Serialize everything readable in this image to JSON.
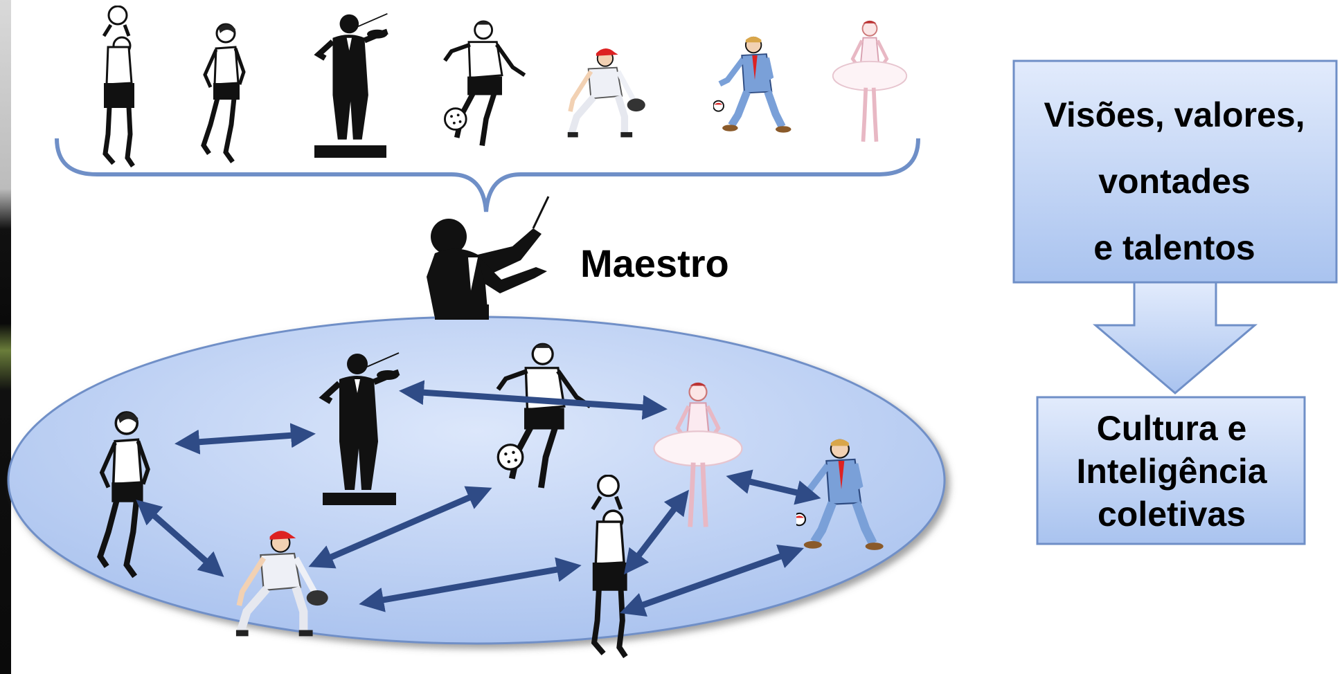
{
  "maestro_label": "Maestro",
  "box_top": {
    "line1": "Visões, valores,",
    "line2": "vontades",
    "line3": "e talentos"
  },
  "box_bottom": {
    "line1": "Cultura e",
    "line2": "Inteligência",
    "line3": "coletivas"
  },
  "colors": {
    "brace": "#6f8fc7",
    "arrow": "#2f4b86",
    "box_fill_top": "#dde8fb",
    "box_fill_bottom": "#a9c3ef",
    "ellipse_fill": "#c4d5f6",
    "figure": "#111111"
  },
  "icons": [
    "basketball-player-icon",
    "runner-icon",
    "violinist-icon",
    "soccer-player-icon",
    "baseball-player-icon",
    "businessman-icon",
    "ballerina-icon",
    "conductor-icon"
  ]
}
